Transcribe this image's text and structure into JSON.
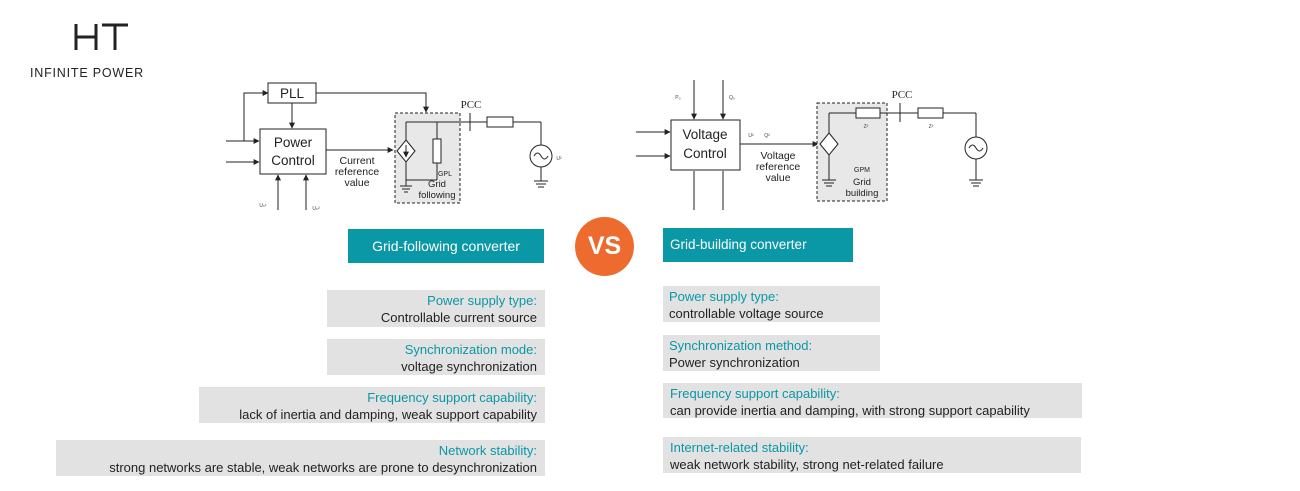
{
  "logo": {
    "mark": "HT",
    "text": "INFINITE POWER"
  },
  "left_diagram": {
    "pll": "PLL",
    "control_line1": "Power",
    "control_line2": "Control",
    "ref_line1": "Current",
    "ref_line2": "reference",
    "ref_line3": "value",
    "pcc": "PCC",
    "gpl": "GPL",
    "grid_line1": "Grid",
    "grid_line2": "following",
    "in1": "Uₕ¹",
    "in2": "Uₕ²",
    "src": "U²"
  },
  "right_diagram": {
    "control_line1": "Voltage",
    "control_line2": "Control",
    "ref_line1": "Voltage",
    "ref_line2": "reference",
    "ref_line3": "value",
    "pcc": "PCC",
    "gpm": "GPM",
    "grid_line1": "Grid",
    "grid_line2": "building",
    "p_in": "P₀",
    "q_in": "Q₀",
    "u_out": "U²",
    "q_out": "Q²",
    "z1": "Z²",
    "z2": "Z²"
  },
  "left": {
    "badge": "Grid-following converter",
    "items": [
      {
        "label": "Power supply type:",
        "value": "Controllable current source"
      },
      {
        "label": "Synchronization mode:",
        "value": "voltage synchronization"
      },
      {
        "label": "Frequency support capability:",
        "value": "lack of inertia and damping, weak support capability"
      },
      {
        "label": "Network stability:",
        "value": "strong networks are stable, weak networks are prone to desynchronization"
      }
    ]
  },
  "vs": "VS",
  "right": {
    "badge": "Grid-building converter",
    "items": [
      {
        "label": "Power supply type:",
        "value": "controllable voltage source"
      },
      {
        "label": "Synchronization method:",
        "value": "Power synchronization"
      },
      {
        "label": "Frequency support capability:",
        "value": "can provide inertia and damping, with strong support capability"
      },
      {
        "label": "Internet-related stability:",
        "value": "weak network stability, strong net-related failure"
      }
    ]
  },
  "colors": {
    "accent": "#0a97a6",
    "vs": "#ed6b2e",
    "card": "#e2e2e2"
  }
}
